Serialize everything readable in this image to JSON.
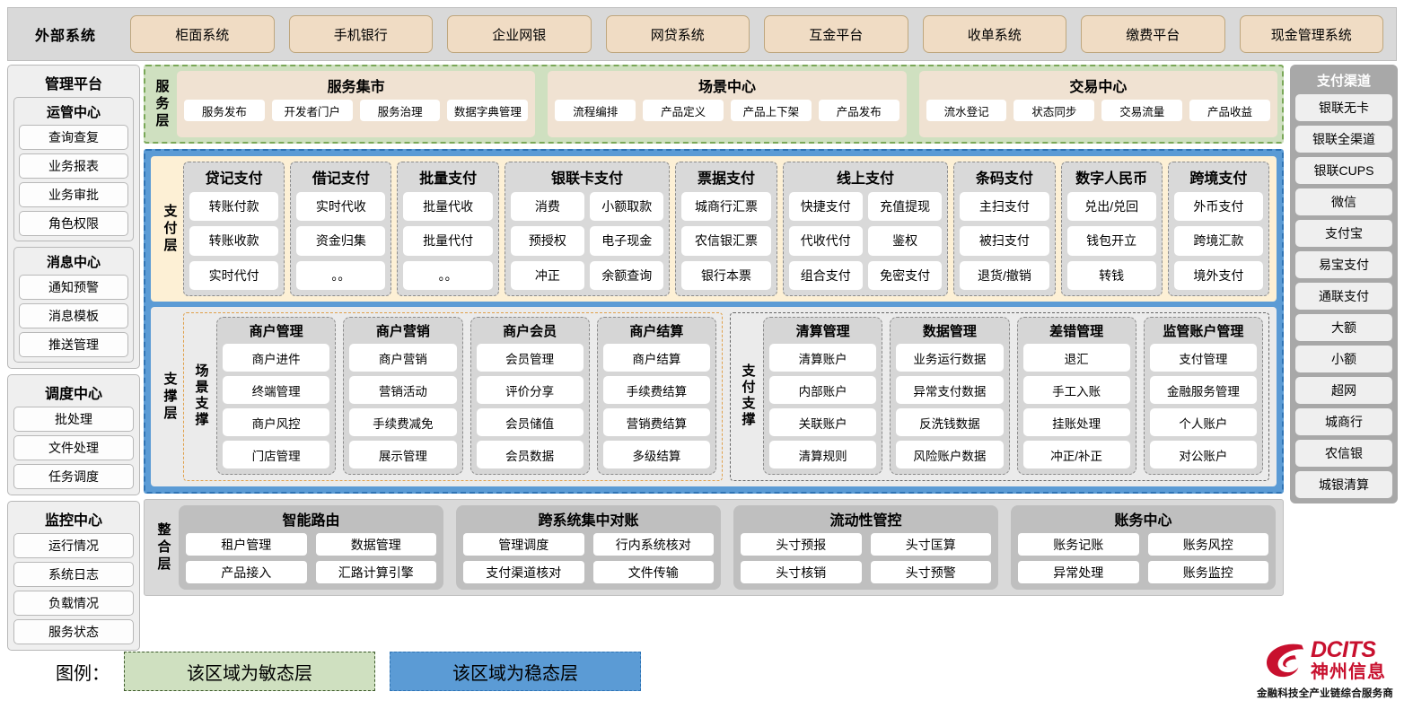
{
  "external": {
    "title": "外部系统",
    "items": [
      "柜面系统",
      "手机银行",
      "企业网银",
      "网贷系统",
      "互金平台",
      "收单系统",
      "缴费平台",
      "现金管理系统"
    ]
  },
  "left_sidebar": {
    "title": "管理平台",
    "groups": [
      {
        "title": "运管中心",
        "items": [
          "查询查复",
          "业务报表",
          "业务审批",
          "角色权限"
        ]
      },
      {
        "title": "消息中心",
        "items": [
          "通知预警",
          "消息模板",
          "推送管理"
        ]
      }
    ],
    "standalone": [
      {
        "title": "调度中心",
        "items": [
          "批处理",
          "文件处理",
          "任务调度"
        ]
      },
      {
        "title": "监控中心",
        "items": [
          "运行情况",
          "系统日志",
          "负载情况",
          "服务状态"
        ]
      }
    ]
  },
  "right_sidebar": {
    "title": "支付渠道",
    "items": [
      "银联无卡",
      "银联全渠道",
      "银联CUPS",
      "微信",
      "支付宝",
      "易宝支付",
      "通联支付",
      "大额",
      "小额",
      "超网",
      "城商行",
      "农信银",
      "城银清算"
    ]
  },
  "service_layer": {
    "label": "服务层",
    "cards": [
      {
        "title": "服务集市",
        "items": [
          "服务发布",
          "开发者门户",
          "服务治理",
          "数据字典管理"
        ]
      },
      {
        "title": "场景中心",
        "items": [
          "流程编排",
          "产品定义",
          "产品上下架",
          "产品发布"
        ]
      },
      {
        "title": "交易中心",
        "items": [
          "流水登记",
          "状态同步",
          "交易流量",
          "产品收益"
        ]
      }
    ]
  },
  "payment_layer": {
    "label": "支付层",
    "columns": [
      {
        "title": "贷记支付",
        "cols": 1,
        "rows": [
          [
            "转账付款"
          ],
          [
            "转账收款"
          ],
          [
            "实时代付"
          ]
        ]
      },
      {
        "title": "借记支付",
        "cols": 1,
        "rows": [
          [
            "实时代收"
          ],
          [
            "资金归集"
          ],
          [
            "。。"
          ]
        ]
      },
      {
        "title": "批量支付",
        "cols": 1,
        "rows": [
          [
            "批量代收"
          ],
          [
            "批量代付"
          ],
          [
            "。。"
          ]
        ]
      },
      {
        "title": "银联卡支付",
        "cols": 2,
        "rows": [
          [
            "消费",
            "小额取款"
          ],
          [
            "预授权",
            "电子现金"
          ],
          [
            "冲正",
            "余额查询"
          ]
        ]
      },
      {
        "title": "票据支付",
        "cols": 1,
        "rows": [
          [
            "城商行汇票"
          ],
          [
            "农信银汇票"
          ],
          [
            "银行本票"
          ]
        ]
      },
      {
        "title": "线上支付",
        "cols": 2,
        "rows": [
          [
            "快捷支付",
            "充值提现"
          ],
          [
            "代收代付",
            "鉴权"
          ],
          [
            "组合支付",
            "免密支付"
          ]
        ]
      },
      {
        "title": "条码支付",
        "cols": 1,
        "rows": [
          [
            "主扫支付"
          ],
          [
            "被扫支付"
          ],
          [
            "退货/撤销"
          ]
        ]
      },
      {
        "title": "数字人民币",
        "cols": 1,
        "rows": [
          [
            "兑出/兑回"
          ],
          [
            "钱包开立"
          ],
          [
            "转钱"
          ]
        ]
      },
      {
        "title": "跨境支付",
        "cols": 1,
        "rows": [
          [
            "外币支付"
          ],
          [
            "跨境汇款"
          ],
          [
            "境外支付"
          ]
        ]
      }
    ]
  },
  "support_layer": {
    "label": "支撑层",
    "groups": [
      {
        "label": "场景支撑",
        "columns": [
          {
            "title": "商户管理",
            "items": [
              "商户进件",
              "终端管理",
              "商户风控",
              "门店管理"
            ]
          },
          {
            "title": "商户营销",
            "items": [
              "商户营销",
              "营销活动",
              "手续费减免",
              "展示管理"
            ]
          },
          {
            "title": "商户会员",
            "items": [
              "会员管理",
              "评价分享",
              "会员储值",
              "会员数据"
            ]
          },
          {
            "title": "商户结算",
            "items": [
              "商户结算",
              "手续费结算",
              "营销费结算",
              "多级结算"
            ]
          }
        ]
      },
      {
        "label": "支付支撑",
        "columns": [
          {
            "title": "清算管理",
            "items": [
              "清算账户",
              "内部账户",
              "关联账户",
              "清算规则"
            ]
          },
          {
            "title": "数据管理",
            "items": [
              "业务运行数据",
              "异常支付数据",
              "反洗钱数据",
              "风险账户数据"
            ]
          },
          {
            "title": "差错管理",
            "items": [
              "退汇",
              "手工入账",
              "挂账处理",
              "冲正/补正"
            ]
          },
          {
            "title": "监管账户管理",
            "items": [
              "支付管理",
              "金融服务管理",
              "个人账户",
              "对公账户"
            ]
          }
        ]
      }
    ]
  },
  "integration_layer": {
    "label": "整合层",
    "cards": [
      {
        "title": "智能路由",
        "rows": [
          [
            "租户管理",
            "数据管理"
          ],
          [
            "产品接入",
            "汇路计算引擎"
          ]
        ]
      },
      {
        "title": "跨系统集中对账",
        "rows": [
          [
            "管理调度",
            "行内系统核对"
          ],
          [
            "支付渠道核对",
            "文件传输"
          ]
        ]
      },
      {
        "title": "流动性管控",
        "rows": [
          [
            "头寸预报",
            "头寸匡算"
          ],
          [
            "头寸核销",
            "头寸预警"
          ]
        ]
      },
      {
        "title": "账务中心",
        "rows": [
          [
            "账务记账",
            "账务风控"
          ],
          [
            "异常处理",
            "账务监控"
          ]
        ]
      }
    ]
  },
  "legend": {
    "label": "图例：",
    "agile": "该区域为敏态层",
    "stable": "该区域为稳态层"
  },
  "logo": {
    "en": "DCITS",
    "cn": "神州信息",
    "tagline": "金融科技全产业链综合服务商"
  },
  "colors": {
    "agile_green": "#cfe0c0",
    "stable_blue": "#5b9bd5",
    "payment_cream": "#fdf0d5",
    "external_tan": "#f0dcc4",
    "brand_red": "#c8102e"
  }
}
